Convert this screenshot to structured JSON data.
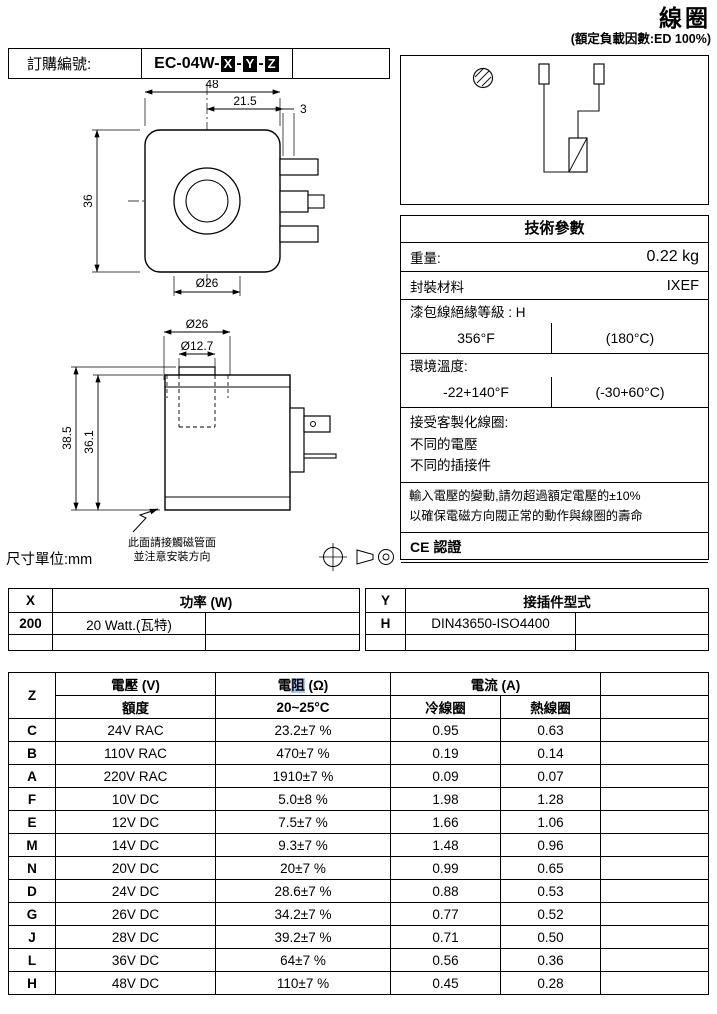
{
  "colors": {
    "highlight": "#a9c9f4"
  },
  "header": {
    "title": "線圈",
    "subtitle": "(額定負載因數:ED 100%)"
  },
  "order": {
    "label": "訂購編號:",
    "code_prefix": "EC-04W-",
    "sep": "-",
    "x": "X",
    "y": "Y",
    "z": "Z"
  },
  "drawing_front": {
    "dim_48": "48",
    "dim_21_5": "21.5",
    "dim_3": "3",
    "dim_36": "36",
    "dim_dia26": "Ø26"
  },
  "drawing_side": {
    "dim_dia26": "Ø26",
    "dim_dia12_7": "Ø12.7",
    "dim_38_5": "38.5",
    "dim_36_1": "36.1",
    "note_line1": "此面請接觸磁管面",
    "note_line2": "並注意安裝方向"
  },
  "unit_note": "尺寸單位:mm",
  "tech": {
    "title": "技術參數",
    "weight_label": "重量:",
    "weight_value": "0.22 kg",
    "material_label": "封裝材料",
    "material_value": "IXEF",
    "insulation_label": "漆包線絕緣等級 : H",
    "insulation_f": "356°F",
    "insulation_c": "(180°C)",
    "ambient_label": "環境溫度:",
    "ambient_f": "-22+140°F",
    "ambient_c": "(-30+60°C)",
    "custom_label": "接受客製化線圈:",
    "custom_line1": "不同的電壓",
    "custom_line2": "不同的插接件",
    "note_line1": "輸入電壓的變動,請勿超過額定電壓的±10%",
    "note_line2": "以確保電磁方向閥正常的動作與線圈的壽命",
    "ce": "CE 認證"
  },
  "x_table": {
    "key": "X",
    "header": "功率 (W)",
    "row_key": "200",
    "row_value": "20 Watt.(瓦特)"
  },
  "y_table": {
    "key": "Y",
    "header": "接插件型式",
    "row_key": "H",
    "row_value": "DIN43650-ISO4400"
  },
  "z_table": {
    "key": "Z",
    "voltage_header": "電壓 (V)",
    "resistance_pre": "電",
    "resistance_hl": "阻",
    "resistance_post": " (Ω)",
    "current_header": "電流 (A)",
    "sub_voltage": "額度",
    "sub_resistance": "20~25°C",
    "sub_cold": "冷線圈",
    "sub_hot": "熱線圈",
    "rows": [
      {
        "key": "C",
        "voltage": "24V RAC",
        "resistance": "23.2±7 %",
        "cold": "0.95",
        "hot": "0.63"
      },
      {
        "key": "B",
        "voltage": "110V RAC",
        "resistance": "470±7 %",
        "cold": "0.19",
        "hot": "0.14"
      },
      {
        "key": "A",
        "voltage": "220V RAC",
        "resistance": "1910±7 %",
        "cold": "0.09",
        "hot": "0.07"
      },
      {
        "key": "F",
        "voltage": "10V DC",
        "resistance": "5.0±8 %",
        "cold": "1.98",
        "hot": "1.28"
      },
      {
        "key": "E",
        "voltage": "12V DC",
        "resistance": "7.5±7 %",
        "cold": "1.66",
        "hot": "1.06"
      },
      {
        "key": "M",
        "voltage": "14V DC",
        "resistance": "9.3±7 %",
        "cold": "1.48",
        "hot": "0.96"
      },
      {
        "key": "N",
        "voltage": "20V DC",
        "resistance": "20±7 %",
        "cold": "0.99",
        "hot": "0.65"
      },
      {
        "key": "D",
        "voltage": "24V DC",
        "resistance": "28.6±7 %",
        "cold": "0.88",
        "hot": "0.53"
      },
      {
        "key": "G",
        "voltage": "26V DC",
        "resistance": "34.2±7 %",
        "cold": "0.77",
        "hot": "0.52"
      },
      {
        "key": "J",
        "voltage": "28V DC",
        "resistance": "39.2±7 %",
        "cold": "0.71",
        "hot": "0.50"
      },
      {
        "key": "L",
        "voltage": "36V DC",
        "resistance": "64±7 %",
        "cold": "0.56",
        "hot": "0.36"
      },
      {
        "key": "H",
        "voltage": "48V DC",
        "resistance": "110±7 %",
        "cold": "0.45",
        "hot": "0.28"
      }
    ]
  }
}
